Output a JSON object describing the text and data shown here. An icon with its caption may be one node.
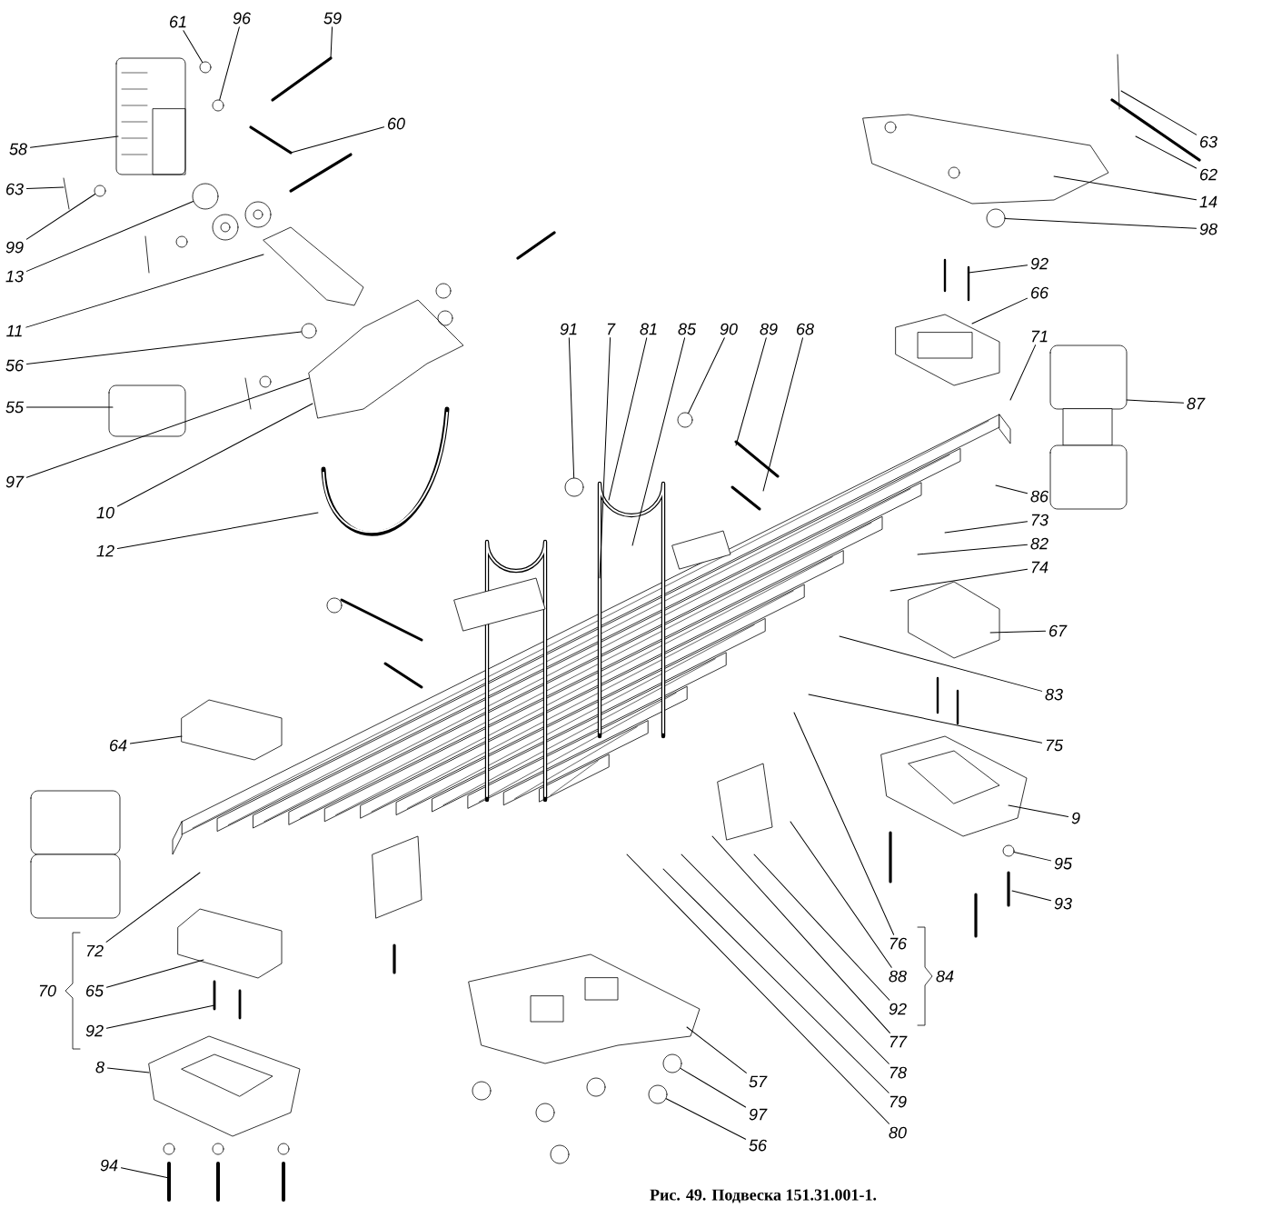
{
  "diagram": {
    "caption": "Рис. 49. Подвеска 151.31.001-1.",
    "nodes": [
      {
        "text": [
          "61"
        ]
      },
      {
        "text": [
          "96"
        ]
      },
      {
        "text": [
          "59"
        ]
      },
      {
        "text": [
          "60"
        ]
      },
      {
        "text": [
          "58"
        ]
      },
      {
        "text": [
          "63"
        ]
      },
      {
        "text": [
          "99"
        ]
      },
      {
        "text": [
          "13"
        ]
      },
      {
        "text": [
          "11"
        ]
      },
      {
        "text": [
          "56"
        ]
      },
      {
        "text": [
          "55"
        ]
      },
      {
        "text": [
          "97"
        ]
      },
      {
        "text": [
          "10"
        ]
      },
      {
        "text": [
          "12"
        ]
      },
      {
        "text": [
          "63"
        ]
      },
      {
        "text": [
          "62"
        ]
      },
      {
        "text": [
          "14"
        ]
      },
      {
        "text": [
          "98"
        ]
      },
      {
        "text": [
          "92"
        ]
      },
      {
        "text": [
          "66"
        ]
      },
      {
        "text": [
          "71"
        ]
      },
      {
        "text": [
          "87"
        ]
      },
      {
        "text": [
          "91"
        ]
      },
      {
        "text": [
          "7"
        ]
      },
      {
        "text": [
          "81"
        ]
      },
      {
        "text": [
          "85"
        ]
      },
      {
        "text": [
          "90"
        ]
      },
      {
        "text": [
          "89"
        ]
      },
      {
        "text": [
          "68"
        ]
      },
      {
        "text": [
          "86"
        ]
      },
      {
        "text": [
          "73"
        ]
      },
      {
        "text": [
          "82"
        ]
      },
      {
        "text": [
          "74"
        ]
      },
      {
        "text": [
          "67"
        ]
      },
      {
        "text": [
          "83"
        ]
      },
      {
        "text": [
          "75"
        ]
      },
      {
        "text": [
          "9"
        ]
      },
      {
        "text": [
          "95"
        ]
      },
      {
        "text": [
          "93"
        ]
      },
      {
        "text": [
          "64"
        ]
      },
      {
        "text": [
          "72"
        ]
      },
      {
        "text": [
          "65"
        ]
      },
      {
        "text": [
          "92"
        ]
      },
      {
        "text": [
          "8"
        ]
      },
      {
        "text": [
          "94"
        ]
      },
      {
        "text": [
          "76"
        ]
      },
      {
        "text": [
          "88"
        ]
      },
      {
        "text": [
          "92"
        ]
      },
      {
        "text": [
          "77"
        ]
      },
      {
        "text": [
          "78"
        ]
      },
      {
        "text": [
          "79"
        ]
      },
      {
        "text": [
          "80"
        ]
      },
      {
        "text": [
          "57"
        ]
      },
      {
        "text": [
          "97"
        ]
      },
      {
        "text": [
          "56"
        ]
      },
      {
        "text": [],
        "shape": "circle"
      },
      {
        "text": [],
        "shape": "circle"
      },
      {
        "text": [],
        "shape": "circle"
      },
      {
        "text": [],
        "shape": "circle"
      },
      {
        "text": [],
        "shape": "circle"
      },
      {
        "text": [],
        "shape": "circle"
      },
      {
        "text": [],
        "shape": "circle"
      },
      {
        "text": [],
        "shape": "circle"
      },
      {
        "text": [],
        "shape": "circle"
      },
      {
        "text": [],
        "shape": "circle"
      },
      {
        "text": [],
        "shape": "circle"
      }
    ],
    "edges": [
      {
        "from": 0,
        "to": 55,
        "arrow": "none"
      },
      {
        "from": 1,
        "to": 56,
        "arrow": "none"
      },
      {
        "from": 2,
        "to": null,
        "arrow": "none"
      },
      {
        "from": 3,
        "to": null,
        "arrow": "none"
      },
      {
        "from": 4,
        "to": null,
        "arrow": "none"
      },
      {
        "from": 5,
        "to": null,
        "arrow": "none"
      },
      {
        "from": 6,
        "to": 57,
        "arrow": "none"
      },
      {
        "from": 7,
        "to": 58,
        "arrow": "none"
      },
      {
        "from": 8,
        "to": null,
        "arrow": "none"
      },
      {
        "from": 9,
        "to": 59,
        "arrow": "none"
      },
      {
        "from": 10,
        "to": null,
        "arrow": "none"
      },
      {
        "from": 11,
        "to": null,
        "arrow": "none"
      },
      {
        "from": 12,
        "to": null,
        "arrow": "none"
      },
      {
        "from": 13,
        "to": null,
        "arrow": "none"
      },
      {
        "from": 14,
        "to": null,
        "arrow": "none"
      },
      {
        "from": 15,
        "to": null,
        "arrow": "none"
      },
      {
        "from": 16,
        "to": null,
        "arrow": "none"
      },
      {
        "from": 17,
        "to": 60,
        "arrow": "none"
      },
      {
        "from": 18,
        "to": null,
        "arrow": "none"
      },
      {
        "from": 19,
        "to": null,
        "arrow": "none"
      },
      {
        "from": 20,
        "to": null,
        "arrow": "none"
      },
      {
        "from": 21,
        "to": null,
        "arrow": "none"
      },
      {
        "from": 22,
        "to": 61,
        "arrow": "none"
      },
      {
        "from": 23,
        "to": null,
        "arrow": "none"
      },
      {
        "from": 24,
        "to": null,
        "arrow": "none"
      },
      {
        "from": 25,
        "to": null,
        "arrow": "none"
      },
      {
        "from": 26,
        "to": 62,
        "arrow": "none"
      },
      {
        "from": 27,
        "to": null,
        "arrow": "none"
      },
      {
        "from": 28,
        "to": null,
        "arrow": "none"
      },
      {
        "from": 29,
        "to": null,
        "arrow": "none"
      },
      {
        "from": 30,
        "to": null,
        "arrow": "none"
      },
      {
        "from": 31,
        "to": null,
        "arrow": "none"
      },
      {
        "from": 32,
        "to": null,
        "arrow": "none"
      },
      {
        "from": 33,
        "to": null,
        "arrow": "none"
      },
      {
        "from": 34,
        "to": null,
        "arrow": "none"
      },
      {
        "from": 35,
        "to": null,
        "arrow": "none"
      },
      {
        "from": 36,
        "to": null,
        "arrow": "none"
      },
      {
        "from": 37,
        "to": 63,
        "arrow": "none"
      },
      {
        "from": 38,
        "to": null,
        "arrow": "none"
      },
      {
        "from": 39,
        "to": null,
        "arrow": "none"
      },
      {
        "from": 40,
        "to": null,
        "arrow": "none"
      },
      {
        "from": 41,
        "to": null,
        "arrow": "none"
      },
      {
        "from": 42,
        "to": null,
        "arrow": "none"
      },
      {
        "from": 43,
        "to": null,
        "arrow": "none"
      },
      {
        "from": 44,
        "to": null,
        "arrow": "none"
      },
      {
        "from": 45,
        "to": null,
        "arrow": "none"
      },
      {
        "from": 46,
        "to": null,
        "arrow": "none"
      },
      {
        "from": 47,
        "to": null,
        "arrow": "none"
      },
      {
        "from": 48,
        "to": null,
        "arrow": "none"
      },
      {
        "from": 49,
        "to": null,
        "arrow": "none"
      },
      {
        "from": 50,
        "to": null,
        "arrow": "none"
      },
      {
        "from": 51,
        "to": null,
        "arrow": "none"
      },
      {
        "from": 52,
        "to": null,
        "arrow": "none"
      },
      {
        "from": 53,
        "to": 64,
        "arrow": "none"
      },
      {
        "from": 54,
        "to": 65,
        "arrow": "none"
      }
    ],
    "labels": [
      "70",
      "84"
    ]
  }
}
